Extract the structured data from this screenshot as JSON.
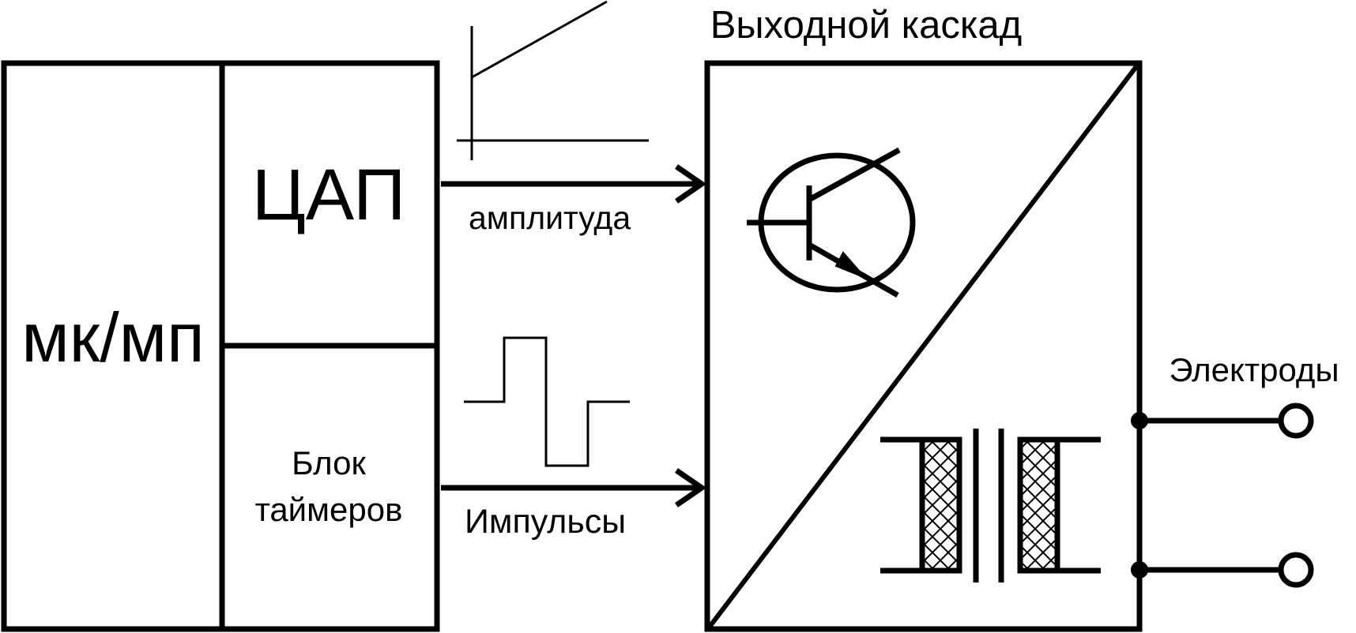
{
  "labels": {
    "mcu": "мк/мп",
    "dac": "ЦАП",
    "timer_line1": "Блок",
    "timer_line2": "таймеров",
    "amplitude": "амплитуда",
    "pulses": "Импульсы",
    "output_stage": "Выходной каскад",
    "electrodes": "Электроды"
  },
  "colors": {
    "stroke": "#000000",
    "background": "#ffffff"
  }
}
